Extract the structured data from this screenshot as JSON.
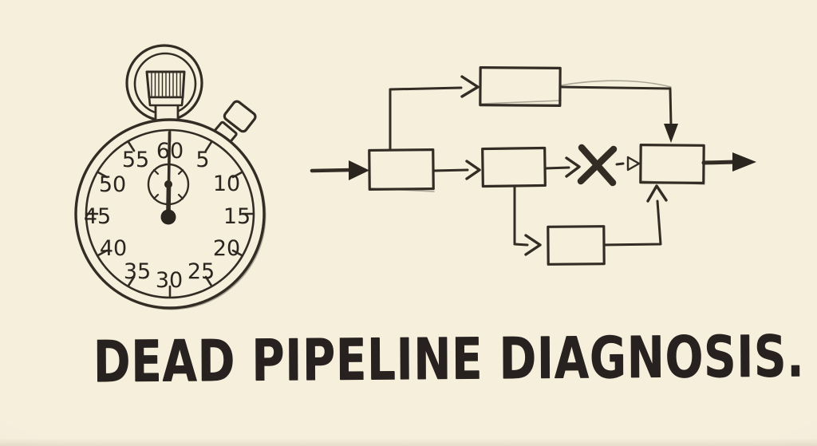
{
  "meta": {
    "caption": "DEAD PIPELINE DIAGNOSIS."
  },
  "colors": {
    "paper": "#f6efdc",
    "ink": "#2b2520"
  },
  "stopwatch": {
    "dial_numbers": [
      "60",
      "5",
      "10",
      "15",
      "20",
      "25",
      "30",
      "35",
      "40",
      "45",
      "50",
      "55"
    ],
    "hand_points_to": "60",
    "parts": [
      "bow-ring",
      "crown",
      "stem",
      "side-button",
      "bezel",
      "dial",
      "sub-dial",
      "hand",
      "pivot"
    ]
  },
  "diagram": {
    "type": "flowchart",
    "nodes": [
      "source",
      "top-branch",
      "middle-branch",
      "bottom-branch",
      "sink"
    ],
    "edges": [
      {
        "from": "input",
        "to": "source",
        "arrow": "solid"
      },
      {
        "from": "source",
        "to": "top-branch",
        "arrow": "chevron"
      },
      {
        "from": "source",
        "to": "middle-branch",
        "arrow": "chevron"
      },
      {
        "from": "middle-branch",
        "to": "sink",
        "arrow": "hollow-triangle",
        "broken": true,
        "marker": "X"
      },
      {
        "from": "middle-branch",
        "to": "bottom-branch",
        "arrow": "chevron"
      },
      {
        "from": "top-branch",
        "to": "sink",
        "arrow": "solid"
      },
      {
        "from": "bottom-branch",
        "to": "sink",
        "arrow": "chevron"
      },
      {
        "from": "sink",
        "to": "output",
        "arrow": "solid"
      }
    ]
  }
}
